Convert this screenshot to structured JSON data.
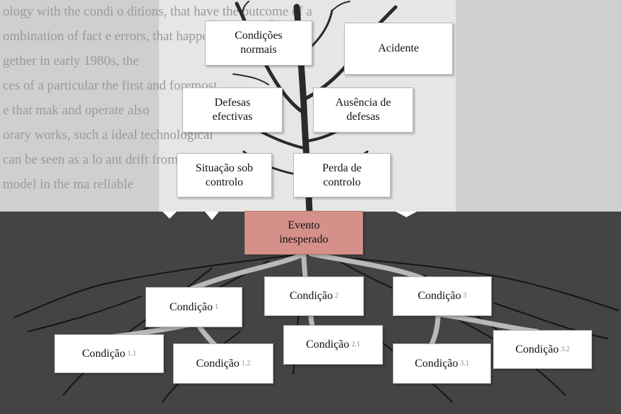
{
  "background_text": [
    "ology with the  condi  o        ditions, that have  the outcome of a",
    "ombination of  fact       e  errors, that happen to",
    "gether  in       early 1980s, the",
    "ces  of a  particular           the first and foremost",
    "e that mak                           and operate also",
    "orary  works,  such a               ideal  technological",
    "  can be  seen as  a  lo           ant  drift  from  the",
    "model  in  the  ma               reliable"
  ],
  "boxes": {
    "normal_conditions": "Condições\nnormais",
    "accident": "Acidente",
    "effective_defenses": "Defesas\nefectivas",
    "absence_of_defenses": "Ausência de\ndefesas",
    "under_control": "Situação sob\ncontrolo",
    "loss_of_control": "Perda de\ncontrolo",
    "unexpected_event": "Evento\ninesperado"
  },
  "conditions": {
    "c1": {
      "label": "Condição",
      "index": "1"
    },
    "c2": {
      "label": "Condição",
      "index": "2"
    },
    "c3": {
      "label": "Condição",
      "index": "3"
    },
    "c11": {
      "label": "Condição",
      "index": "1.1"
    },
    "c12": {
      "label": "Condição",
      "index": "1.2"
    },
    "c21": {
      "label": "Condição",
      "index": "2.1"
    },
    "c31": {
      "label": "Condição",
      "index": "3.1"
    },
    "c32": {
      "label": "Condição",
      "index": "3.2"
    }
  },
  "colors": {
    "soil": "#444444",
    "sky": "#d2d2d2",
    "event_box": "#d5908a",
    "trunk": "#2a2a2a",
    "root_path": "#b9b9b9"
  }
}
